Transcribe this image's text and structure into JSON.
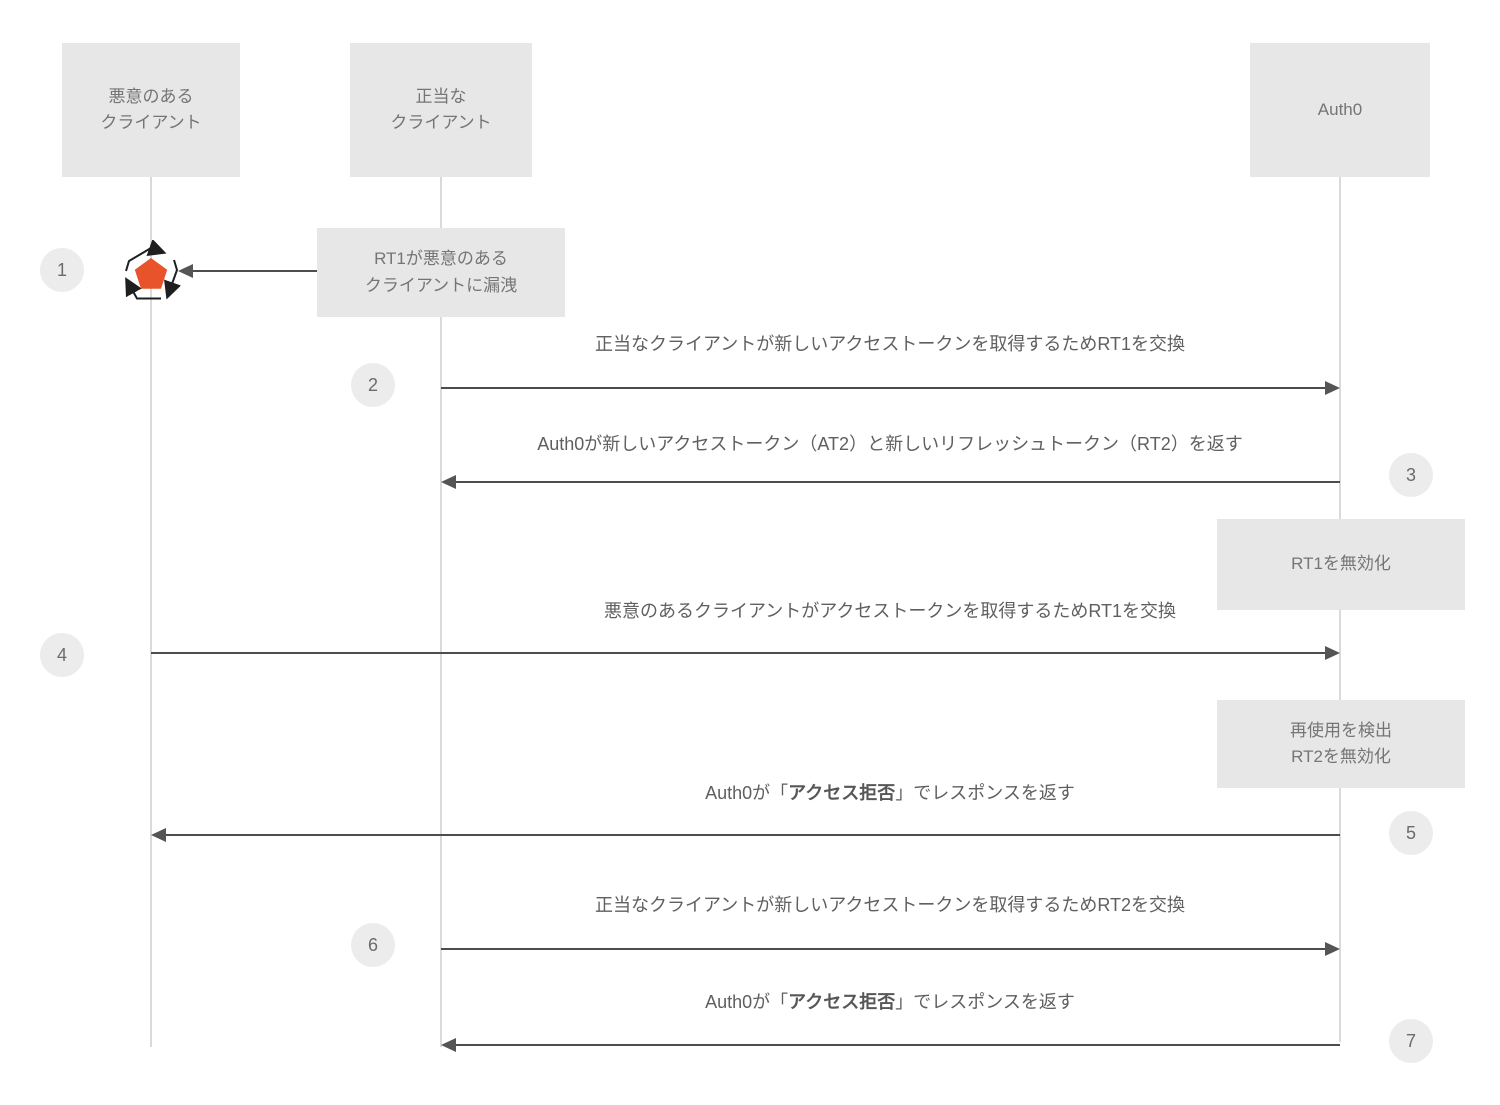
{
  "actors": [
    {
      "label": "悪意のある\nクライアント"
    },
    {
      "label": "正当な\nクライアント"
    },
    {
      "label": "Auth0"
    }
  ],
  "steps": [
    "1",
    "2",
    "3",
    "4",
    "5",
    "6",
    "7"
  ],
  "notes": [
    {
      "text": "RT1が悪意のある\nクライアントに漏洩"
    },
    {
      "text": "RT1を無効化"
    },
    {
      "text": "再使用を検出\nRT2を無効化"
    }
  ],
  "messages": [
    {
      "label": "正当なクライアントが新しいアクセストークンを取得するためRT1を交換"
    },
    {
      "label": "Auth0が新しいアクセストークン（AT2）と新しいリフレッシュトークン（RT2）を返す"
    },
    {
      "label": "悪意のあるクライアントがアクセストークンを取得するためRT1を交換"
    },
    {
      "label_pre": "Auth0が「",
      "label_bold": "アクセス拒否",
      "label_post": "」でレスポンスを返す"
    },
    {
      "label": "正当なクライアントが新しいアクセストークンを取得するためRT2を交換"
    },
    {
      "label_pre": "Auth0が「",
      "label_bold": "アクセス拒否",
      "label_post": "」でレスポンスを返す"
    }
  ],
  "colors": {
    "accent_pentagon": "#E8532B",
    "box_fill": "#E7E7E7",
    "arrow": "#4D4D4D",
    "text_gray": "#757575"
  }
}
